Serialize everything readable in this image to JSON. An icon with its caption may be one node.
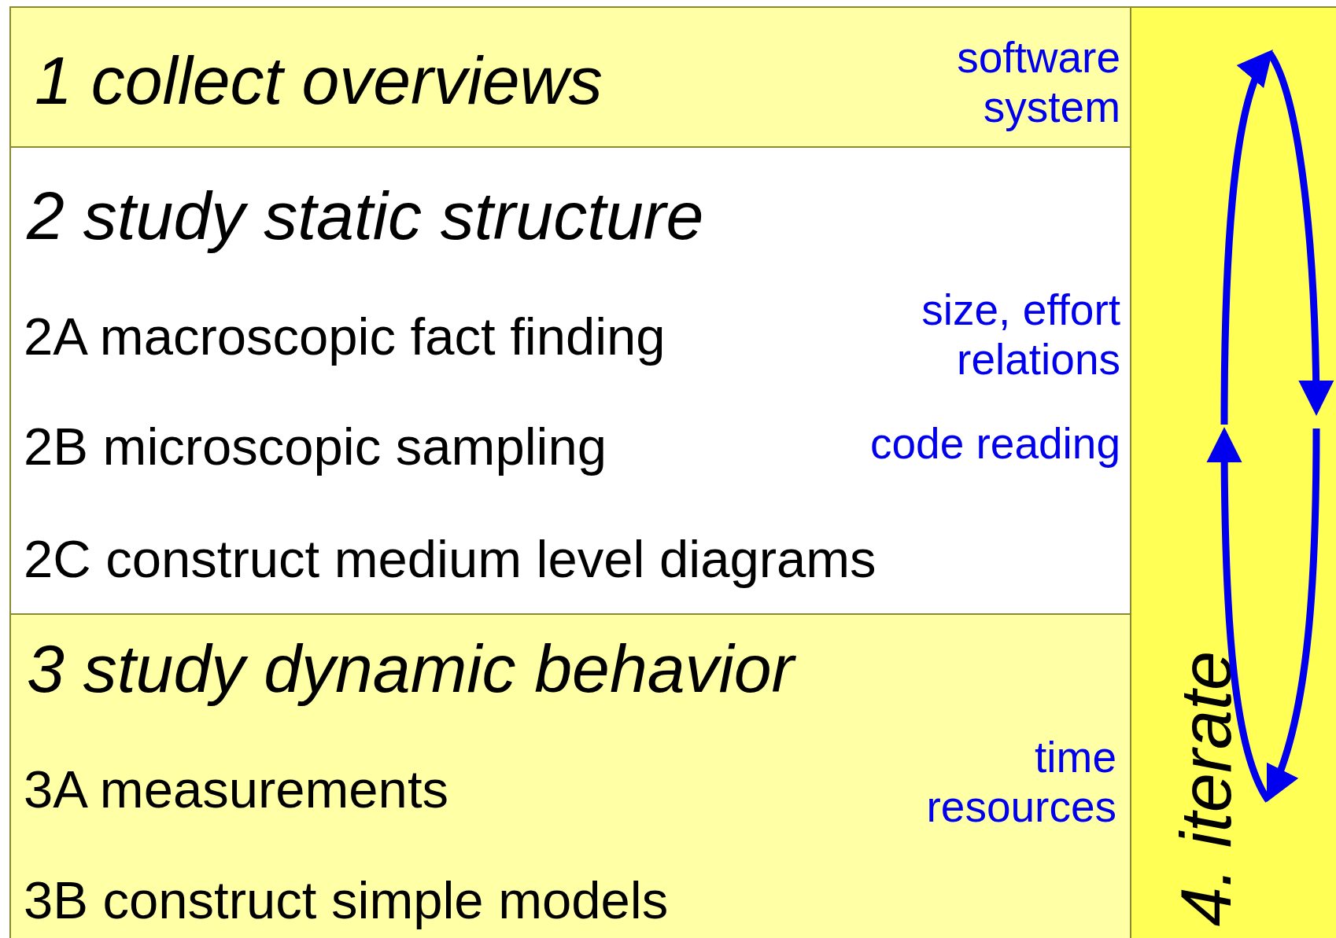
{
  "diagram": {
    "nodes": [
      {
        "text": [
          "1 collect overviews",
          "software system"
        ]
      },
      {
        "text": [
          "2 study static structure",
          "2A macroscopic fact finding",
          "size, effort relations",
          "2B microscopic sampling",
          "code reading",
          "2C construct medium level diagrams"
        ]
      },
      {
        "text": [
          "3 study dynamic behavior",
          "3A measurements",
          "time resources",
          "3B construct simple models"
        ]
      },
      {
        "text": [
          "4. iterate"
        ]
      }
    ],
    "edges": []
  }
}
